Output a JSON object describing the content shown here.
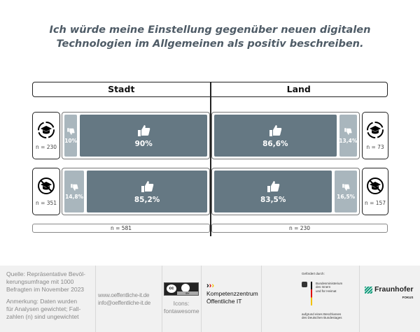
{
  "title": [
    "Ich würde meine Einstellung gegenüber neuen digitalen",
    "Technologien im Allgemeinen als positiv beschreiben."
  ],
  "headers": {
    "left": "Stadt",
    "right": "Land"
  },
  "colors": {
    "positive": "#657883",
    "negative": "#a9b6bd"
  },
  "chart_data": {
    "type": "bar",
    "orientation": "horizontal-stacked",
    "groups": [
      "Stadt",
      "Land"
    ],
    "rows": [
      {
        "icon": "graduation-cap-icon",
        "stadt": {
          "n": "n = 230",
          "positive": 90,
          "negative": 10,
          "positive_label": "90%",
          "negative_label": "10%"
        },
        "land": {
          "n": "n = 73",
          "positive": 86.6,
          "negative": 13.4,
          "positive_label": "86,6%",
          "negative_label": "13,4%"
        }
      },
      {
        "icon": "no-graduation-cap-icon",
        "stadt": {
          "n": "n = 351",
          "positive": 85.2,
          "negative": 14.8,
          "positive_label": "85,2%",
          "negative_label": "14,8%"
        },
        "land": {
          "n": "n = 157",
          "positive": 83.5,
          "negative": 16.5,
          "positive_label": "83,5%",
          "negative_label": "16,5%"
        }
      }
    ],
    "totals": {
      "stadt": "n = 581",
      "land": "n = 230"
    }
  },
  "footer": {
    "source": [
      "Quelle: Repräsentative Bevöl-",
      "kerungsumfrage mit 1000",
      "Befragten im November 2023"
    ],
    "note": [
      "Anmerkung: Daten wurden",
      "für Analysen gewichtet; Fall-",
      "zahlen (n) sind ungewichtet"
    ],
    "web": "www.oeffentliche-it.de",
    "email": "info@oeffentliche-it.de",
    "license": "BY",
    "icons_credit": [
      "Icons:",
      "fontawesome"
    ],
    "kompetenz": [
      "Kompetenzzentrum",
      "Öffentliche IT"
    ],
    "bmi_head": "Gefördert durch:",
    "bmi": [
      "Bundesministerium",
      "des Innern",
      "und für Heimat"
    ],
    "bmi_foot": [
      "aufgrund eines Beschlusses",
      "des Deutschen Bundestages"
    ],
    "fraunhofer": "Fraunhofer",
    "fokus": "FOKUS"
  }
}
